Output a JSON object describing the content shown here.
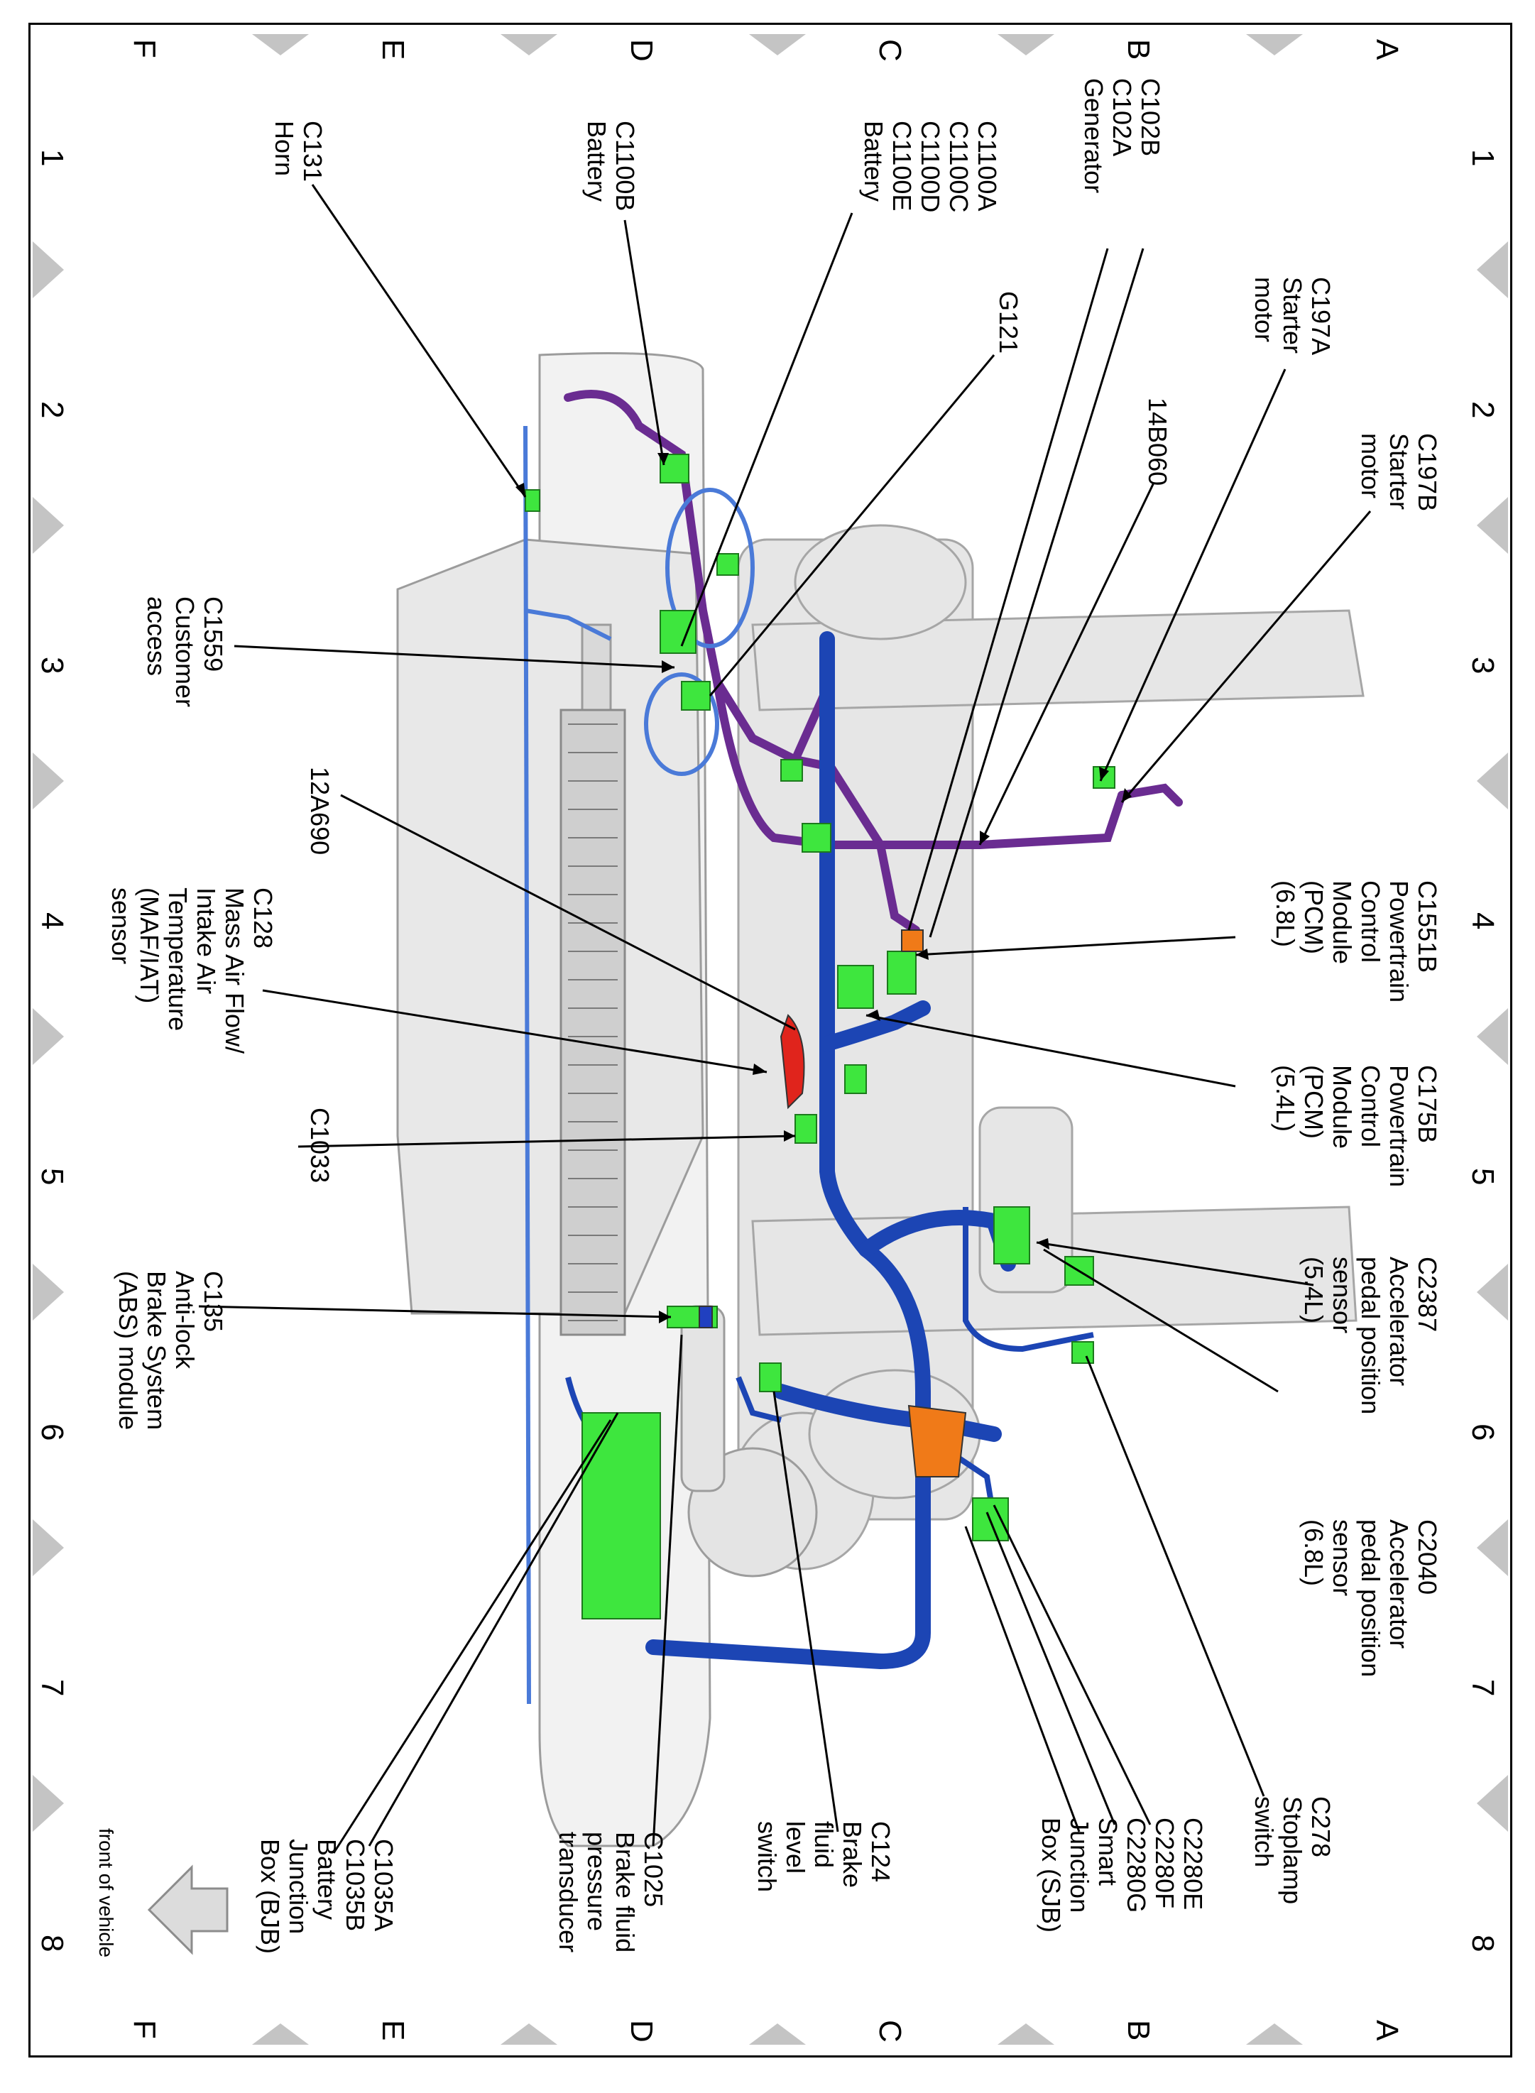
{
  "grid": {
    "rows": [
      "A",
      "B",
      "C",
      "D",
      "E",
      "F"
    ],
    "columns": [
      "1",
      "2",
      "3",
      "4",
      "5",
      "6",
      "7",
      "8"
    ]
  },
  "callouts": {
    "c197a": [
      "C197A",
      "Starter",
      "motor"
    ],
    "c197b": [
      "C197B",
      "Starter",
      "motor"
    ],
    "b14060": [
      "14B060"
    ],
    "c102": [
      "C102B",
      "C102A",
      "Generator"
    ],
    "c1100": [
      "C1100A",
      "C1100C",
      "C1100D",
      "C1100E",
      "Battery"
    ],
    "g121": [
      "G121"
    ],
    "c1100b": [
      "C1100B",
      "Battery"
    ],
    "c131": [
      "C131",
      "Horn"
    ],
    "c1559": [
      "C1559",
      "Customer",
      "access"
    ],
    "a12690": [
      "12A690"
    ],
    "c128": [
      "C128",
      "Mass Air Flow/",
      "Intake Air",
      "Temperature",
      "(MAF/IAT)",
      "sensor"
    ],
    "c1033": [
      "C1033"
    ],
    "c135": [
      "C135",
      "Anti-lock",
      "Brake System",
      "(ABS) module"
    ],
    "c1551b": [
      "C1551B",
      "Powertrain",
      "Control",
      "Module",
      "(PCM)",
      "(6.8L)"
    ],
    "c175b": [
      "C175B",
      "Powertrain",
      "Control",
      "Module",
      "(PCM)",
      "(5.4L)"
    ],
    "c2387": [
      "C2387",
      "Accelerator",
      "pedal position",
      "sensor",
      "(5.4L)"
    ],
    "c2040": [
      "C2040",
      "Accelerator",
      "pedal position",
      "sensor",
      "(6.8L)"
    ],
    "c278": [
      "C278",
      "Stoplamp",
      "switch"
    ],
    "c2280": [
      "C2280E",
      "C2280F",
      "C2280G",
      "Smart",
      "Junction",
      "Box (SJB)"
    ],
    "c124": [
      "C124",
      "Brake",
      "fluid",
      "level",
      "switch"
    ],
    "c1025": [
      "C1025",
      "Brake fluid",
      "pressure",
      "transducer"
    ],
    "c1035": [
      "C1035A",
      "C1035B",
      "Battery",
      "Junction",
      "Box (BJB)"
    ]
  },
  "front_label": "front of vehicle",
  "colors": {
    "harness_blue": "#1c45b4",
    "harness_purple": "#6a2c91",
    "connector_green": "#3ee63e",
    "connector_orange": "#f07a18",
    "connector_red": "#e0241c",
    "frame_gray": "#d6d6d6",
    "marker_gray": "#c0c0c0"
  }
}
